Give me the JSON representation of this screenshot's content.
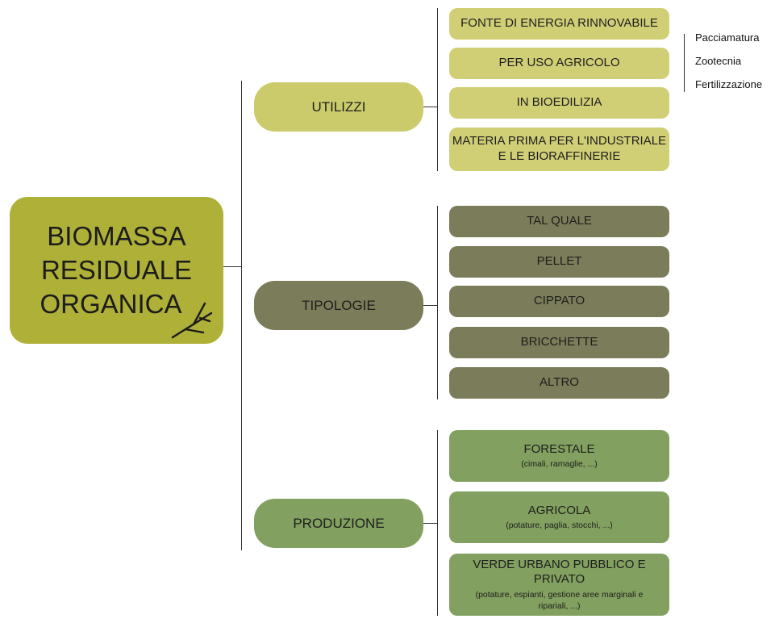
{
  "root": {
    "line1": "BIOMASSA",
    "line2": "RESIDUALE",
    "line3": "ORGANICA"
  },
  "branches": {
    "utilizzi": {
      "label": "UTILIZZI",
      "items": [
        {
          "label": "FONTE DI ENERGIA RINNOVABILE"
        },
        {
          "label": "PER USO AGRICOLO"
        },
        {
          "label": "IN BIOEDILIZIA"
        },
        {
          "label_line1": "MATERIA PRIMA PER L'INDUSTRIALE",
          "label_line2": "E LE BIORAFFINERIE"
        }
      ],
      "agricolo_detail": [
        "Pacciamatura",
        "Zootecnia",
        "Fertilizzazione"
      ]
    },
    "tipologie": {
      "label": "TIPOLOGIE",
      "items": [
        {
          "label": "TAL QUALE"
        },
        {
          "label": "PELLET"
        },
        {
          "label": "CIPPATO"
        },
        {
          "label": "BRICCHETTE"
        },
        {
          "label": "ALTRO"
        }
      ]
    },
    "produzione": {
      "label": "PRODUZIONE",
      "items": [
        {
          "label": "FORESTALE",
          "detail": "(cimali, ramaglie, ...)"
        },
        {
          "label": "AGRICOLA",
          "detail": "(potature, paglia, stocchi, ...)"
        },
        {
          "label": "VERDE URBANO PUBBLICO E PRIVATO",
          "detail_line1": "(potature, espianti, gestione aree marginali e",
          "detail_line2": "ripariali, ...)"
        }
      ]
    }
  },
  "colors": {
    "root": "#aeb038",
    "utilizzi": "#d1cf76",
    "tipologie": "#7b7c59",
    "produzione": "#82a05f"
  },
  "icons": {
    "root_decoration": "twig-icon"
  }
}
